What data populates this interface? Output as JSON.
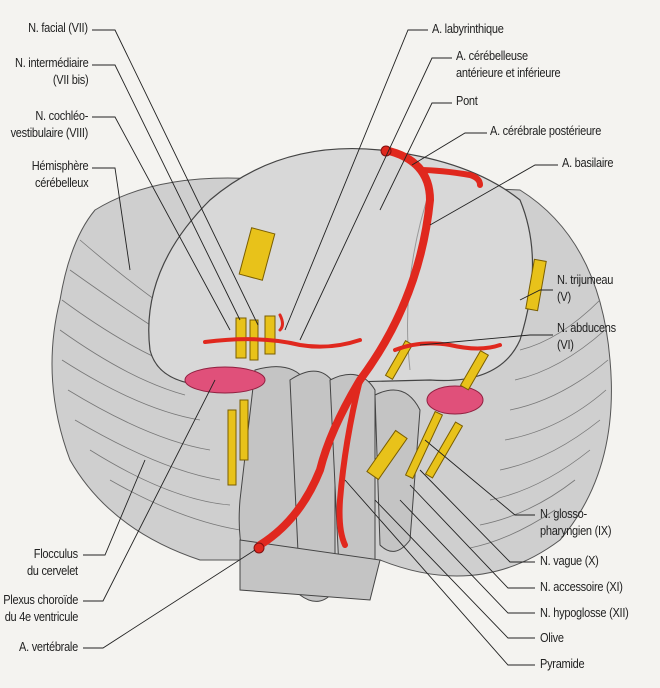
{
  "labels_left": {
    "facial": "N. facial (VII)",
    "intermediaire_1": "N. intermédiaire",
    "intermediaire_2": "(VII bis)",
    "cochleo_1": "N. cochléo-",
    "cochleo_2": "vestibulaire (VIII)",
    "hemisphere_1": "Hémisphère",
    "hemisphere_2": "cérébelleux",
    "flocculus_1": "Flocculus",
    "flocculus_2": "du cervelet",
    "plexus_1": "Plexus choroïde",
    "plexus_2": "du 4e ventricule",
    "vertebrale": "A. vertébrale"
  },
  "labels_right": {
    "labyrinthique": "A. labyrinthique",
    "cerebelleuse_1": "A. cérébelleuse",
    "cerebelleuse_2": "antérieure et inférieure",
    "pont": "Pont",
    "cerebrale_post": "A. cérébrale postérieure",
    "basilaire": "A. basilaire",
    "trijumeau_1": "N. trijumeau",
    "trijumeau_2": "(V)",
    "abducens_1": "N. abducens",
    "abducens_2": "(VI)",
    "glosso_1": "N. glosso-",
    "glosso_2": "pharyngien (IX)",
    "vague": "N. vague (X)",
    "accessoire": "N. accessoire (XI)",
    "hypoglosse": "N. hypoglosse (XII)",
    "olive": "Olive",
    "pyramide": "Pyramide"
  },
  "colors": {
    "artery": "#e0281e",
    "nerve": "#e8c21a",
    "brain": "#c9c9c9",
    "plexus": "#e0507a"
  }
}
